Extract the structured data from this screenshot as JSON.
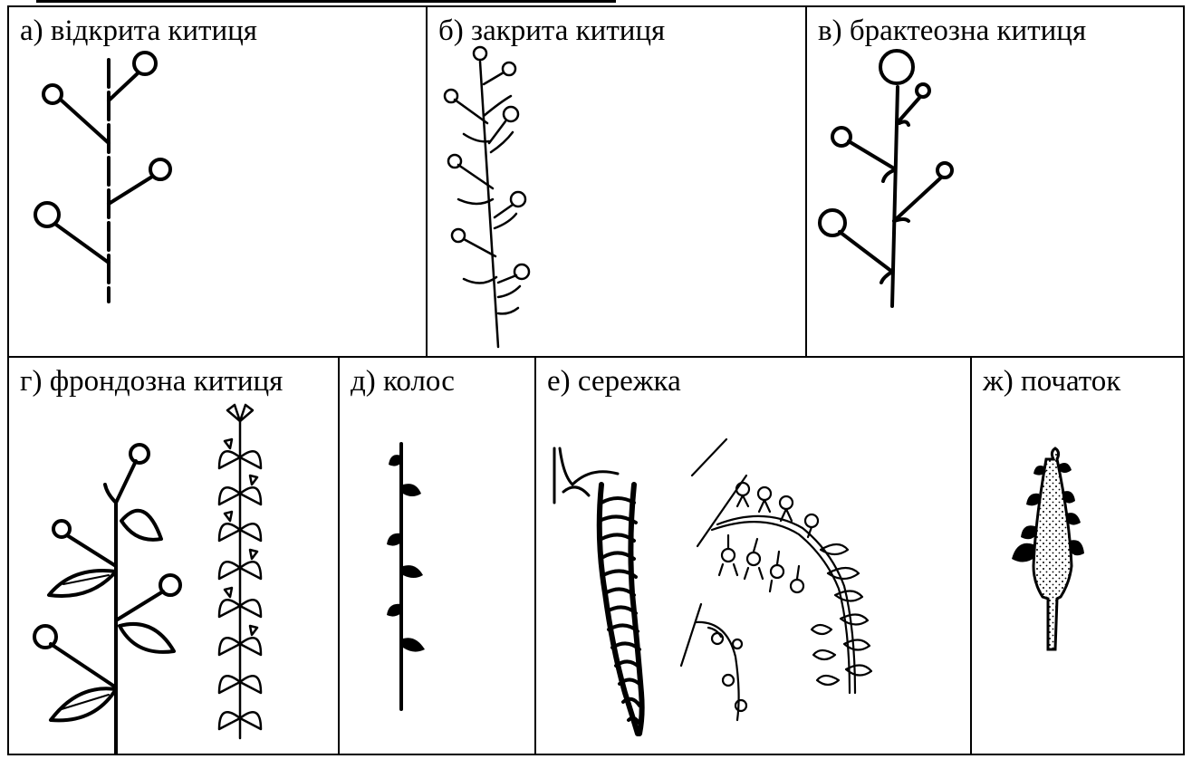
{
  "panels": {
    "a": {
      "label": "а) відкрита китиця"
    },
    "b": {
      "label": "б) закрита китиця"
    },
    "v": {
      "label": "в) брактеозна китиця"
    },
    "g": {
      "label": "г) фрондозна китиця"
    },
    "d": {
      "label": "д) колос"
    },
    "e": {
      "label": "е) сережка"
    },
    "zh": {
      "label": "ж) початок"
    }
  }
}
